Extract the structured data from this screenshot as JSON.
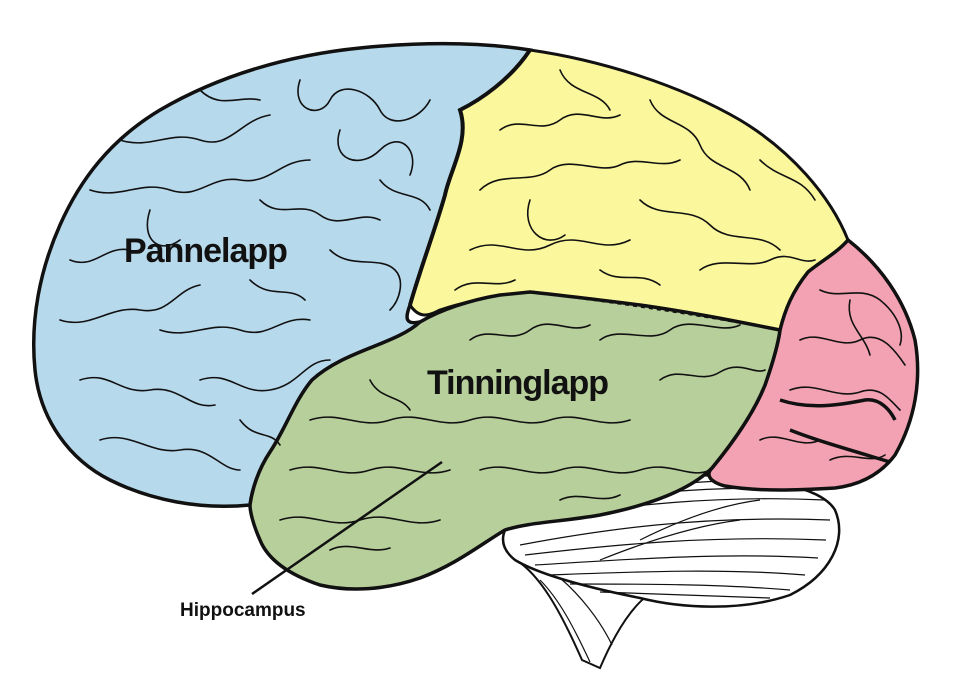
{
  "labels": {
    "frontal": "Pannelapp",
    "temporal": "Tinninglapp",
    "hippocampus": "Hippocampus"
  },
  "colors": {
    "frontal": "#b7d9ec",
    "parietal": "#fbf79c",
    "temporal": "#b7cf9b",
    "occipital": "#f2a2b2",
    "cerebellum": "#ffffff",
    "outline": "#111111"
  }
}
